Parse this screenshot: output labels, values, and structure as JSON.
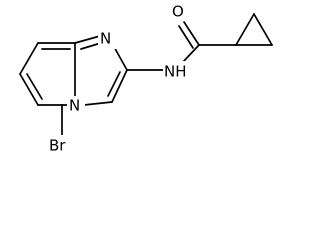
{
  "structure": {
    "atoms": {
      "O": "O",
      "N_imidazole": "N",
      "N_bridgehead": "N",
      "NH": "NH",
      "Br": "Br"
    }
  }
}
